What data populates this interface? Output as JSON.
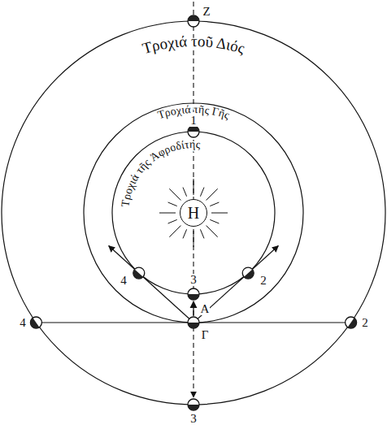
{
  "diagram": {
    "nodes": [
      {
        "text": [
          "Η"
        ]
      }
    ],
    "labels": [
      "Τροχιά τοῦ Διός",
      "Τροχιά τῆς Γῆς",
      "Τροχιά τῆς Ἀφροδίτης",
      "Ζ",
      "1",
      "4",
      "2",
      "3",
      "Α",
      "Γ",
      "4",
      "2",
      "3"
    ]
  }
}
